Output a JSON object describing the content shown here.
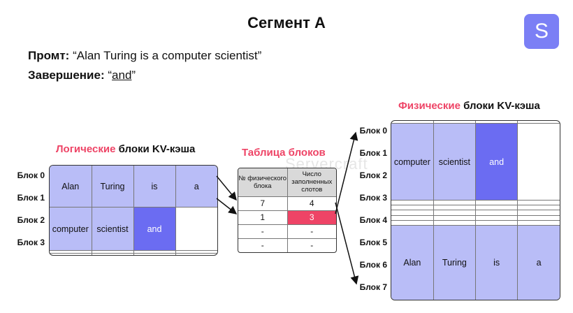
{
  "title": "Сегмент A",
  "logo_letter": "S",
  "prompt": {
    "label": "Промт:",
    "text": "“Alan Turing is a computer scientist”"
  },
  "completion": {
    "label": "Завершение:",
    "open": "“",
    "word": "and",
    "close": "”"
  },
  "watermark": "Servercraft",
  "logical": {
    "heading_accent": "Логические",
    "heading_rest": " блоки KV-кэша",
    "rows": [
      {
        "label": "Блок 0",
        "cells": [
          "Alan",
          "Turing",
          "is",
          "a"
        ]
      },
      {
        "label": "Блок 1",
        "cells": [
          "computer",
          "scientist",
          "and",
          ""
        ]
      },
      {
        "label": "Блок 2",
        "cells": [
          "",
          "",
          "",
          ""
        ]
      },
      {
        "label": "Блок 3",
        "cells": [
          "",
          "",
          "",
          ""
        ]
      }
    ]
  },
  "block_table": {
    "heading": "Таблица блоков",
    "col1": "№ физического блока",
    "col2": "Число заполненных слотов",
    "rows": [
      {
        "phys": "7",
        "filled": "4"
      },
      {
        "phys": "1",
        "filled": "3"
      },
      {
        "phys": "-",
        "filled": "-"
      },
      {
        "phys": "-",
        "filled": "-"
      }
    ]
  },
  "physical": {
    "heading_accent": "Физические",
    "heading_rest": " блоки KV-кэша",
    "rows": [
      {
        "label": "Блок 0",
        "cells": [
          "",
          "",
          "",
          ""
        ]
      },
      {
        "label": "Блок 1",
        "cells": [
          "computer",
          "scientist",
          "and",
          ""
        ]
      },
      {
        "label": "Блок 2",
        "cells": [
          "",
          "",
          "",
          ""
        ]
      },
      {
        "label": "Блок 3",
        "cells": [
          "",
          "",
          "",
          ""
        ]
      },
      {
        "label": "Блок 4",
        "cells": [
          "",
          "",
          "",
          ""
        ]
      },
      {
        "label": "Блок 5",
        "cells": [
          "",
          "",
          "",
          ""
        ]
      },
      {
        "label": "Блок 6",
        "cells": [
          "",
          "",
          "",
          ""
        ]
      },
      {
        "label": "Блок 7",
        "cells": [
          "Alan",
          "Turing",
          "is",
          "a"
        ]
      }
    ]
  },
  "colors": {
    "filled": "#b9bdf7",
    "new_token": "#6b6cf2",
    "highlight": "#ee4466"
  }
}
